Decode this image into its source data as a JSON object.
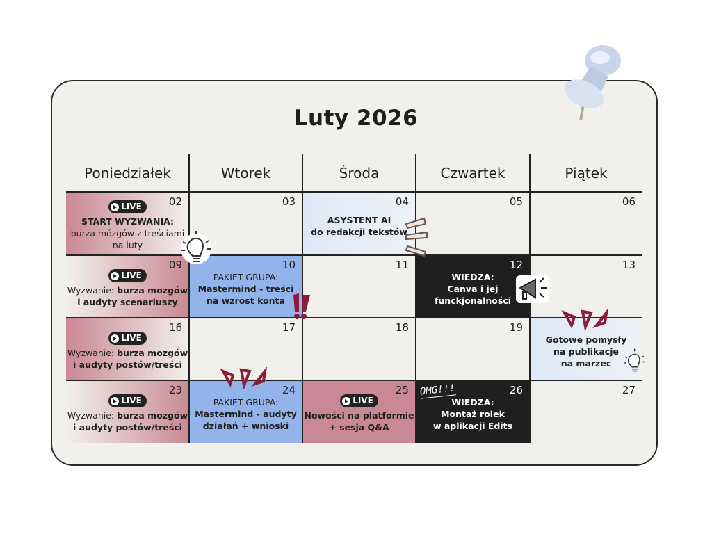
{
  "title": "Luty 2026",
  "weekdays": [
    "Poniedziałek",
    "Wtorek",
    "Środa",
    "Czwartek",
    "Piątek"
  ],
  "live_label": "LIVE",
  "omg": "OMG!!!",
  "cells": {
    "d02": {
      "num": "02",
      "l1": "START WYZWANIA:",
      "l2": "burza mózgów z treściami",
      "l3": "na luty"
    },
    "d03": {
      "num": "03"
    },
    "d04": {
      "num": "04",
      "l1": "ASYSTENT AI",
      "l2": "do redakcji tekstów"
    },
    "d05": {
      "num": "05"
    },
    "d06": {
      "num": "06"
    },
    "d09": {
      "num": "09",
      "pre": "Wyzwanie: ",
      "l1": "burza mozgów",
      "l2": "i audyty scenariuszy"
    },
    "d10": {
      "num": "10",
      "l1": "PAKIET GRUPA:",
      "l2": "Mastermind - treści",
      "l3": "na wzrost konta"
    },
    "d11": {
      "num": "11"
    },
    "d12": {
      "num": "12",
      "l1": "WIEDZA:",
      "l2": "Canva i jej",
      "l3": "funckjonalności"
    },
    "d13": {
      "num": "13"
    },
    "d16": {
      "num": "16",
      "pre": "Wyzwanie: ",
      "l1": "burza mozgów",
      "l2": "i audyty postów/treści"
    },
    "d17": {
      "num": "17"
    },
    "d18": {
      "num": "18"
    },
    "d19": {
      "num": "19"
    },
    "d20": {
      "l1": "Gotowe pomysły",
      "l2": "na publikacje",
      "l3": "na marzec"
    },
    "d23": {
      "num": "23",
      "pre": "Wyzwanie: ",
      "l1": "burza mozgów",
      "l2": "i audyty postów/treści"
    },
    "d24": {
      "num": "24",
      "l1": "PAKIET GRUPA:",
      "l2": "Mastermind - audyty",
      "l3": "działań + wnioski"
    },
    "d25": {
      "num": "25",
      "l1": "Nowości na platformie",
      "l2": "+ sesja Q&A"
    },
    "d26": {
      "num": "26",
      "l1": "WIEDZA:",
      "l2": "Montaż rolek",
      "l3": "w aplikacji Edits"
    },
    "d27": {
      "num": "27"
    }
  },
  "colors": {
    "pink": "#c98893",
    "blue": "#93b4ea",
    "lightblue": "#dde8f7",
    "dark": "#1f1f1f",
    "accent": "#8b1c3a"
  }
}
